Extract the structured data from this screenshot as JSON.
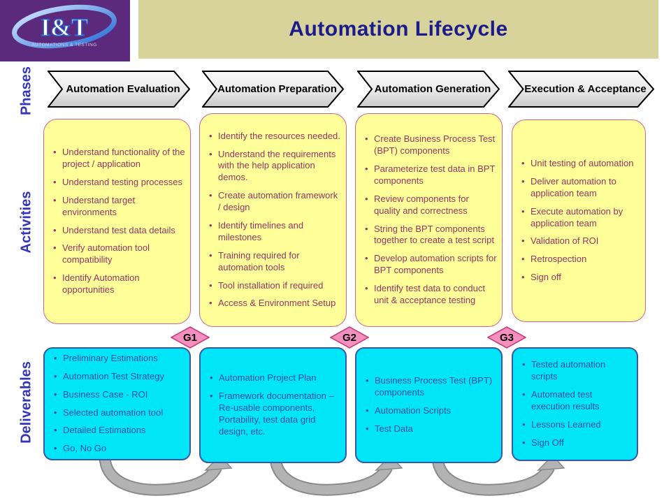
{
  "header": {
    "title": "Automation Lifecycle",
    "logo": {
      "text": "I&T",
      "subtitle": "AUTOMATIONS & TESTING"
    }
  },
  "row_labels": {
    "phases": "Phases",
    "activities": "Activities",
    "deliverables": "Deliverables"
  },
  "phases": [
    {
      "label": "Automation Evaluation",
      "activities": [
        "Understand functionality of the project / application",
        "Understand testing processes",
        "Understand target environments",
        "Understand test data details",
        "Verify automation tool compatibility",
        "Identify Automation opportunities"
      ],
      "deliverables": [
        "Preliminary Estimations",
        "Automation Test Strategy",
        "Business Case - ROI",
        "Selected automation tool",
        "Detailed Estimations",
        "Go, No Go"
      ]
    },
    {
      "label": "Automation Preparation",
      "activities": [
        "Identify the resources needed.",
        "Understand the requirements with the help application demos.",
        "Create automation framework / design",
        "Identify timelines and milestones",
        "Training required for automation tools",
        "Tool installation if required",
        "Access & Environment Setup"
      ],
      "deliverables": [
        "Automation Project Plan",
        "Framework documentation – Re-usable components, Portability, test data grid design, etc."
      ]
    },
    {
      "label": "Automation Generation",
      "activities": [
        "Create Business Process Test (BPT) components",
        "Parameterize test data in BPT components",
        "Review components for quality and correctness",
        "String the BPT components together to create a test script",
        "Develop automation scripts for BPT components",
        "Identify test data to conduct unit & acceptance testing"
      ],
      "deliverables": [
        "Business Process Test (BPT) components",
        "Automation Scripts",
        "Test Data"
      ]
    },
    {
      "label": "Execution & Acceptance",
      "activities": [
        "Unit testing of automation",
        "Deliver automation to application team",
        "Execute automation by application team",
        "Validation of ROI",
        "Retrospection",
        "Sign off"
      ],
      "deliverables": [
        "Tested automation scripts",
        "Automated test execution results",
        "Lessons Learned",
        "Sign Off"
      ]
    }
  ],
  "gates": [
    "G1",
    "G2",
    "G3"
  ],
  "colors": {
    "header_purple": "#5c2a7d",
    "header_tan": "#d8d39b",
    "title_navy": "#1b1b8e",
    "side_label_blue": "#3434bb",
    "activity_fill": "#ffff99",
    "activity_border": "#cc6699",
    "activity_text": "#993366",
    "deliverable_fill": "#00e5f7",
    "deliverable_border": "#3a57a8",
    "deliverable_text": "#2e4f9e",
    "gate_fill": "#f48fbf",
    "gate_border": "#c2407a",
    "flow_arrow_gray": "#b3b3b3"
  }
}
